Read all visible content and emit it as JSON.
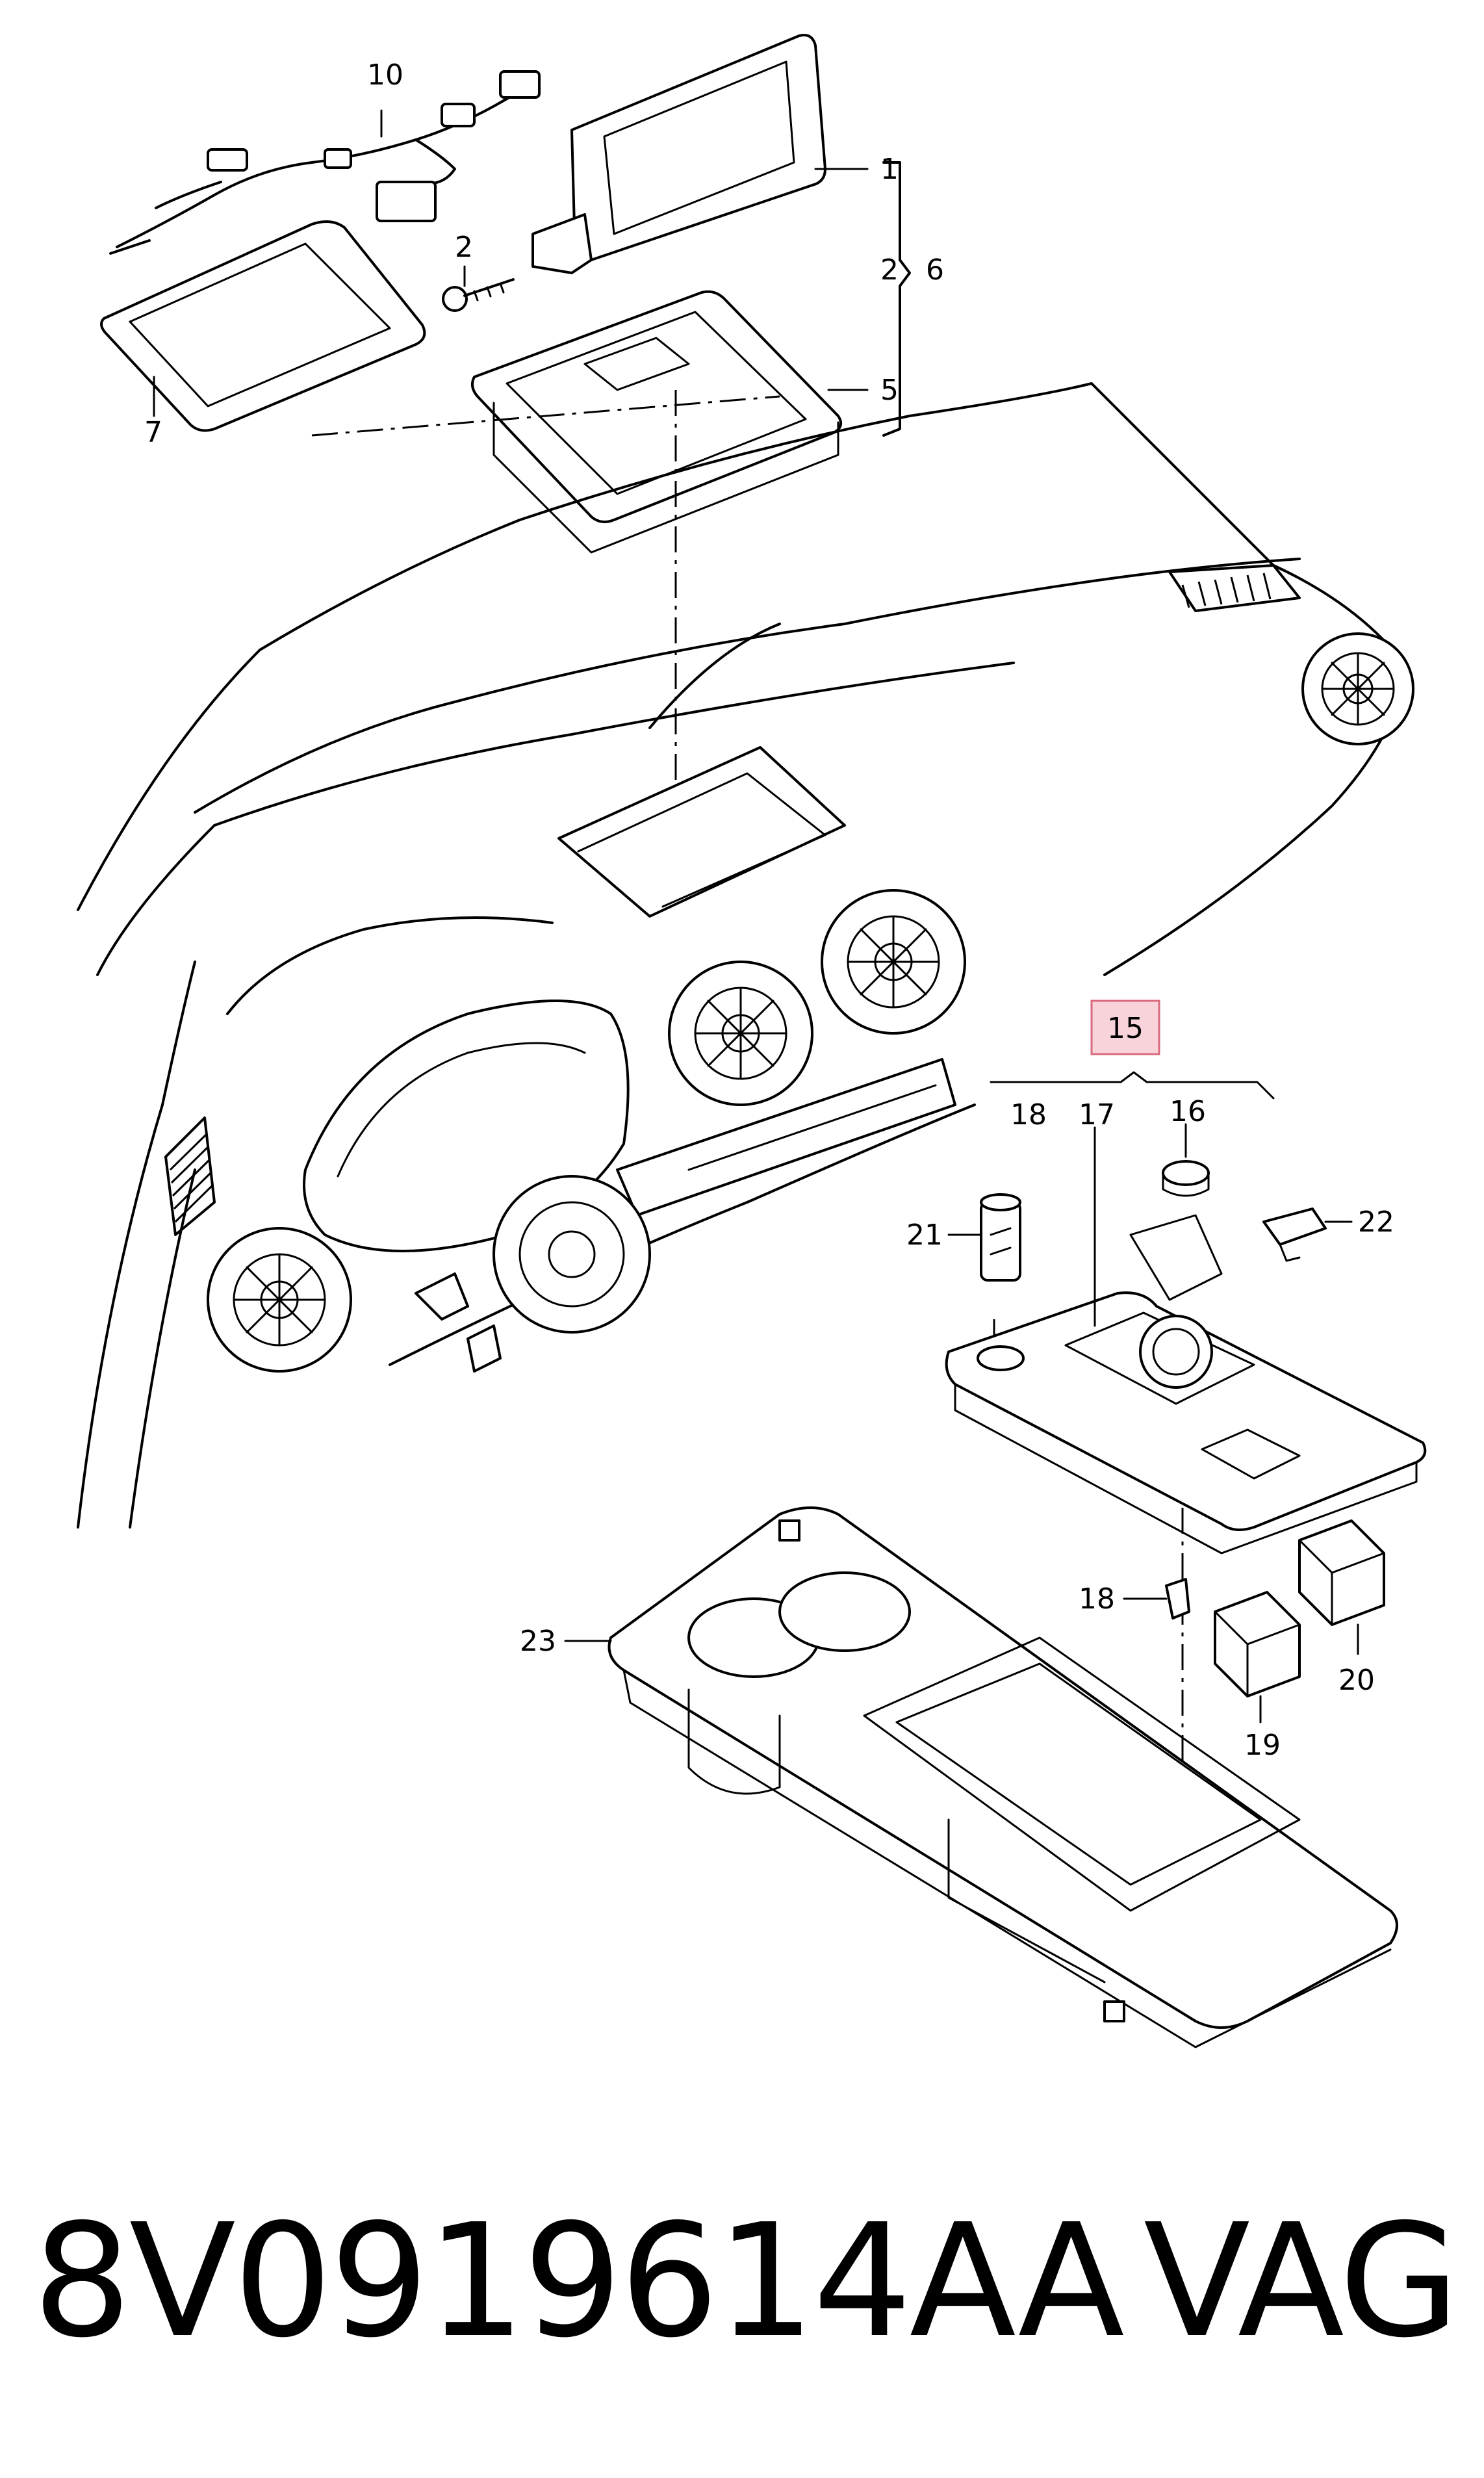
{
  "diagram": {
    "part_numbers": {
      "p1": "1",
      "p2": "2",
      "p2b": "2",
      "p5": "5",
      "p6": "6",
      "p7": "7",
      "p10": "10",
      "p15": "15",
      "p16": "16",
      "p17": "17",
      "p18a": "18",
      "p18b": "18",
      "p19": "19",
      "p20": "20",
      "p21": "21",
      "p22": "22",
      "p23": "23"
    },
    "highlighted_part": "15",
    "highlight_color": "#f9d3da"
  },
  "footer": {
    "part_code": "8V0919614AA",
    "brand": "VAG"
  }
}
